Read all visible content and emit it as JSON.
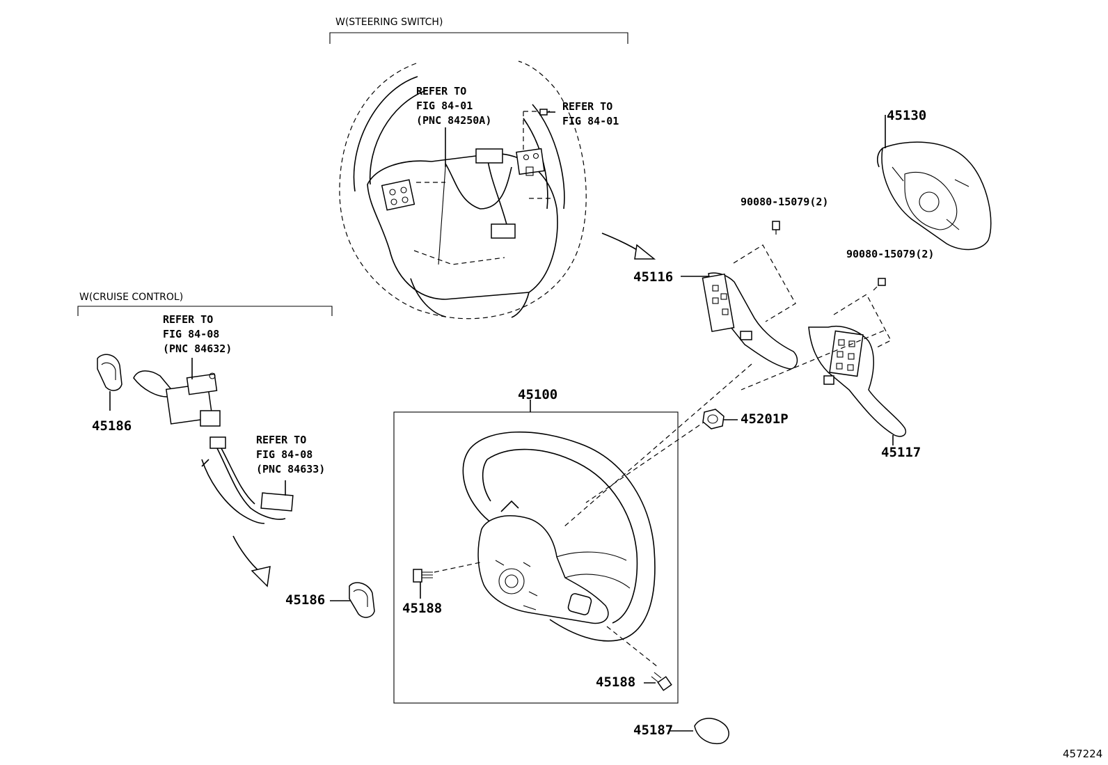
{
  "groups": {
    "steering_switch": "W(STEERING SWITCH)",
    "cruise_control": "W(CRUISE CONTROL)"
  },
  "references": {
    "ref_a": [
      "REFER TO",
      "FIG 84-01",
      "(PNC 84250A)"
    ],
    "ref_b": [
      "REFER TO",
      "FIG 84-01"
    ],
    "ref_c": [
      "REFER TO",
      "FIG 84-08",
      "(PNC 84632)"
    ],
    "ref_d": [
      "REFER TO",
      "FIG 84-08",
      "(PNC 84633)"
    ]
  },
  "parts": {
    "p45130": "45130",
    "p90080_a": "90080-15079(2)",
    "p90080_b": "90080-15079(2)",
    "p45116": "45116",
    "p45117": "45117",
    "p45100": "45100",
    "p45201p": "45201P",
    "p45186_a": "45186",
    "p45186_b": "45186",
    "p45188_a": "45188",
    "p45188_b": "45188",
    "p45187": "45187"
  },
  "illustration_id": "457224"
}
